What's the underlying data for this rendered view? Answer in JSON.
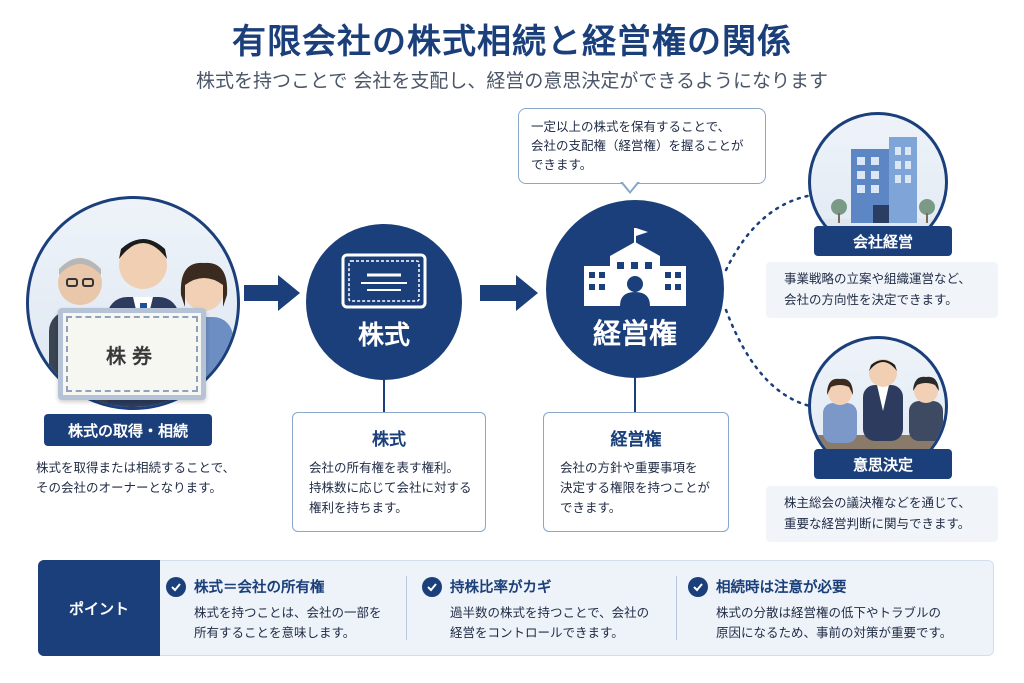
{
  "header": {
    "title": "有限会社の株式相続と経営権の関係",
    "subtitle": "株式を持つことで 会社を支配し、経営の意思決定ができるようになります"
  },
  "callout": {
    "lines": [
      "一定以上の株式を保有することで、",
      "会社の支配権（経営権）を握ることが",
      "できます。"
    ]
  },
  "acquisition": {
    "certificate_label": "株券",
    "pill": "株式の取得・相続",
    "lines": [
      "株式を取得または相続することで、",
      "その会社のオーナーとなります。"
    ]
  },
  "stock": {
    "circle_label": "株式",
    "box_title": "株式",
    "lines": [
      "会社の所有権を表す権利。",
      "持株数に応じて会社に対する",
      "権利を持ちます。"
    ]
  },
  "management": {
    "circle_label": "経営権",
    "box_title": "経営権",
    "lines": [
      "会社の方針や重要事項を",
      "決定する権限を持つことが",
      "できます。"
    ]
  },
  "company_management": {
    "pill": "会社経営",
    "lines": [
      "事業戦略の立案や組織運営など、",
      "会社の方向性を決定できます。"
    ]
  },
  "decision_making": {
    "pill": "意思決定",
    "lines": [
      "株主総会の議決権などを通じて、",
      "重要な経営判断に関与できます。"
    ]
  },
  "points": {
    "label": "ポイント",
    "items": [
      {
        "title": "株式＝会社の所有権",
        "lines": [
          "株式を持つことは、会社の一部を",
          "所有することを意味します。"
        ]
      },
      {
        "title": "持株比率がカギ",
        "lines": [
          "過半数の株式を持つことで、会社の",
          "経営をコントロールできます。"
        ]
      },
      {
        "title": "相続時は注意が必要",
        "lines": [
          "株式の分散は経営権の低下やトラブルの",
          "原因になるため、事前の対策が重要です。"
        ]
      }
    ]
  },
  "colors": {
    "primary": "#1a3f7a",
    "border": "#8aa6c8",
    "panel": "#eef3f9"
  }
}
